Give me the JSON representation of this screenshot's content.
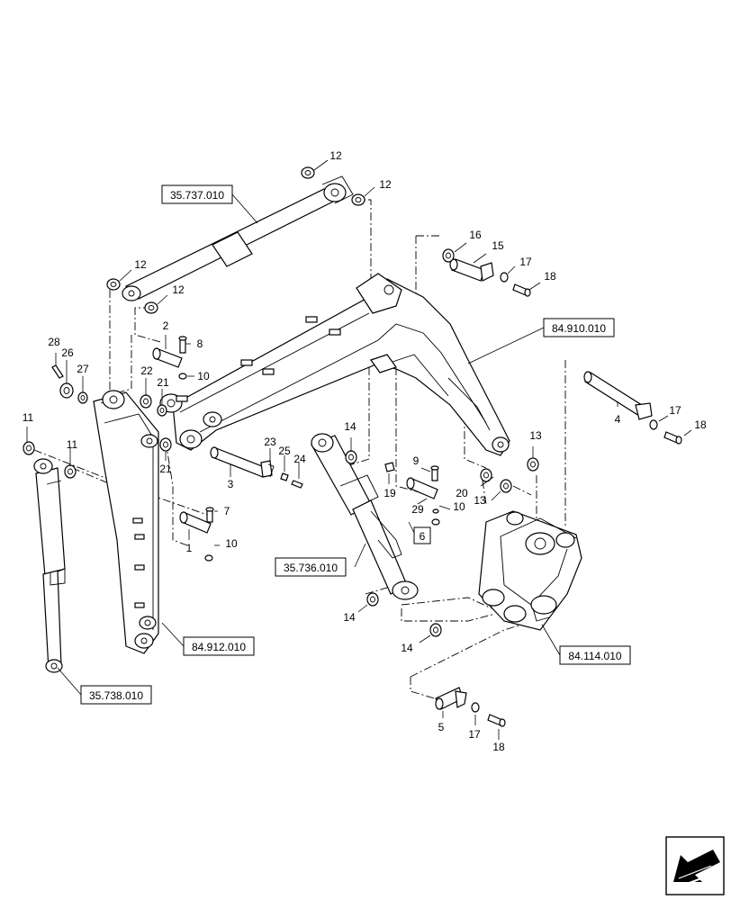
{
  "references": [
    {
      "id": "ref-35737",
      "text": "35.737.010"
    },
    {
      "id": "ref-84910",
      "text": "84.910.010"
    },
    {
      "id": "ref-35736",
      "text": "35.736.010"
    },
    {
      "id": "ref-84912",
      "text": "84.912.010"
    },
    {
      "id": "ref-84114",
      "text": "84.114.010"
    },
    {
      "id": "ref-35738",
      "text": "35.738.010"
    }
  ],
  "callouts": [
    "12",
    "12",
    "12",
    "12",
    "16",
    "15",
    "17",
    "18",
    "2",
    "8",
    "28",
    "26",
    "27",
    "22",
    "21",
    "10",
    "11",
    "11",
    "21",
    "23",
    "25",
    "24",
    "3",
    "7",
    "1",
    "10",
    "14",
    "9",
    "19",
    "29",
    "10",
    "6",
    "14",
    "14",
    "13",
    "20",
    "13",
    "4",
    "17",
    "18",
    "5",
    "17",
    "18"
  ],
  "icons": {
    "navigation": "direction-arrow-icon"
  }
}
